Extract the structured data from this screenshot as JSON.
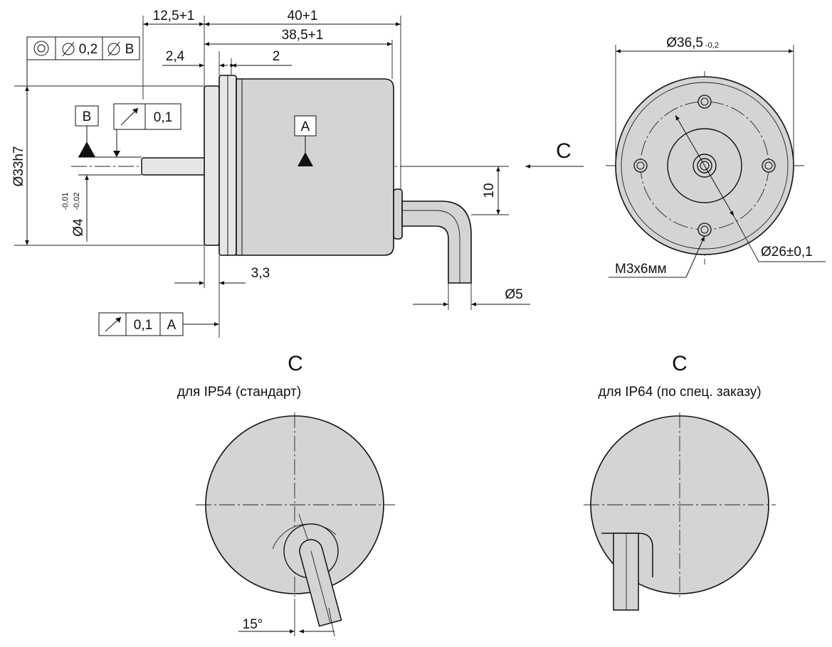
{
  "side_view": {
    "dim_shaft_len": "12,5+1",
    "dim_total_len": "40+1",
    "dim_body_len": "38,5+1",
    "dim_flange": "2,4",
    "dim_gap": "2",
    "dim_body_dia": "Ø33h7",
    "dim_shaft_dia": "Ø4",
    "dim_shaft_tol_upper": "-0,01",
    "dim_shaft_tol_lower": "-0,02",
    "dim_cable_offset": "10",
    "dim_flange_thick": "3,3",
    "dim_cable_dia": "Ø5",
    "datum_a": "A",
    "datum_b": "B",
    "view_arrow": "C",
    "frame_concentricity": {
      "tol": "0,2",
      "datum": "B"
    },
    "frame_runout_shaft": {
      "tol": "0,1"
    },
    "frame_runout_face": {
      "tol": "0,1",
      "datum": "A"
    }
  },
  "front_view": {
    "dim_outer": "Ø36,5",
    "dim_outer_tol": "-0,2",
    "dim_bolt_circle": "Ø26±0,1",
    "thread_label": "М3х6мм"
  },
  "view_ip54": {
    "title": "C",
    "subtitle": "для IP54 (стандарт)",
    "angle": "15°"
  },
  "view_ip64": {
    "title": "C",
    "subtitle": "для IP64 (по спец. заказу)"
  },
  "icons": [
    "concentricity-icon",
    "diameter-icon",
    "runout-arrow-icon",
    "datum-triangle-icon"
  ]
}
